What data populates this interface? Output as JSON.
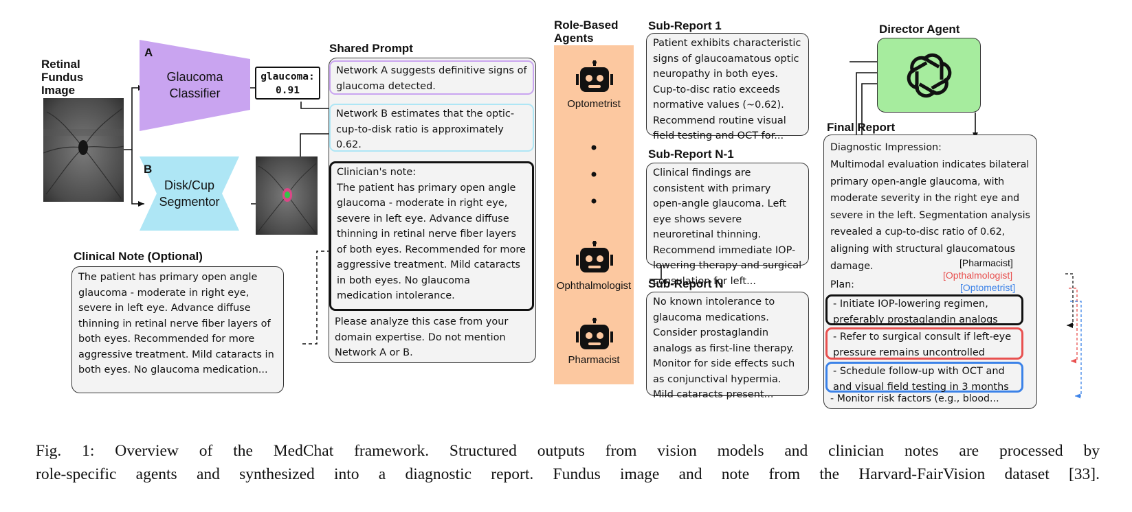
{
  "input": {
    "retinal_label": "Retinal\nFundus\nImage"
  },
  "network_a": {
    "letter": "A",
    "label": "Glaucoma\nClassifier",
    "output": "glaucoma:\n0.91"
  },
  "network_b": {
    "letter": "B",
    "label": "Disk/Cup\nSegmentor"
  },
  "clinical_note": {
    "title": "Clinical Note (Optional)",
    "text": "The patient has primary open angle glaucoma - moderate in right eye, severe in left eye. Advance diffuse thinning in retinal nerve fiber layers of both eyes. Recommended for more aggressive treatment. Mild cataracts in both eyes. No glaucoma medication..."
  },
  "shared_prompt": {
    "title": "Shared Prompt",
    "network_a_text": "Network A suggests definitive signs of glaucoma detected.",
    "network_b_text": "Network B estimates that the optic-cup-to-disk ratio is approximately 0.62.",
    "clinician_label": "Clinician's note:",
    "clinician_text": "The patient has primary open angle glaucoma - moderate in right eye, severe in left eye. Advance diffuse thinning in retinal nerve fiber layers of both eyes. Recommended for more aggressive treatment. Mild cataracts in both eyes. No glaucoma medication intolerance.",
    "instruction": "Please analyze this case from your domain expertise. Do not mention Network A or B."
  },
  "agents": {
    "title": "Role-Based\nAgents",
    "items": [
      "Optometrist",
      "Ophthalmologist",
      "Pharmacist"
    ]
  },
  "sub_reports": [
    {
      "title": "Sub-Report 1",
      "text": "Patient exhibits characteristic signs of glaucoamatous optic neuropathy in both eyes. Cup-to-disc ratio exceeds normative values (~0.62). Recommend routine visual field testing and OCT for..."
    },
    {
      "title": "Sub-Report N-1",
      "text": "Clinical findings are consistent with primary open-angle glaucoma. Left eye shows severe neuroretinal thinning. Recommend immediate IOP-lowering therapy and surgical consulation for left..."
    },
    {
      "title": "Sub-Report N",
      "text": "No known intolerance to glaucoma medications. Consider prostaglandin analogs as first-line therapy. Monitor for side effects such as conjunctival hypermia. Mild cataracts present..."
    }
  ],
  "director": {
    "title": "Director Agent"
  },
  "final_report": {
    "title": "Final Report",
    "impression_label": "Diagnostic Impression:",
    "impression_text": "Multimodal evaluation indicates bilateral primary open-angle glaucoma, with moderate severity in the right eye and severe in the left. Segmentation analysis revealed a cup-to-disc ratio of 0.62, aligning with structural glaucomatous damage.",
    "tag_pharmacist": "[Pharmacist]",
    "tag_ophthalmologist": "[Opthalmologist]",
    "tag_optometrist": "[Optometrist]",
    "plan_label": "Plan:",
    "plan_items": [
      "- Initiate IOP-lowering regimen, preferably prostaglandin analogs",
      "- Refer to surgical consult if left-eye pressure remains uncontrolled",
      "- Schedule follow-up with OCT and and visual field testing in 3 months",
      "- Monitor risk factors (e.g., blood..."
    ]
  },
  "caption": {
    "line1": "Fig. 1: Overview of the MedChat framework. Structured outputs from vision models and clinician notes are processed by",
    "line2": "role-specific agents and synthesized into a diagnostic report. Fundus image and note from the Harvard-FairVision dataset [33]."
  },
  "colors": {
    "network_a": "#c9a4f0",
    "network_b": "#aee6f5",
    "agents_band": "#fcc8a0",
    "director": "#a6ec9e",
    "pharmacist": "#000000",
    "ophthalmologist": "#e8504f",
    "optometrist": "#3b82e8"
  }
}
